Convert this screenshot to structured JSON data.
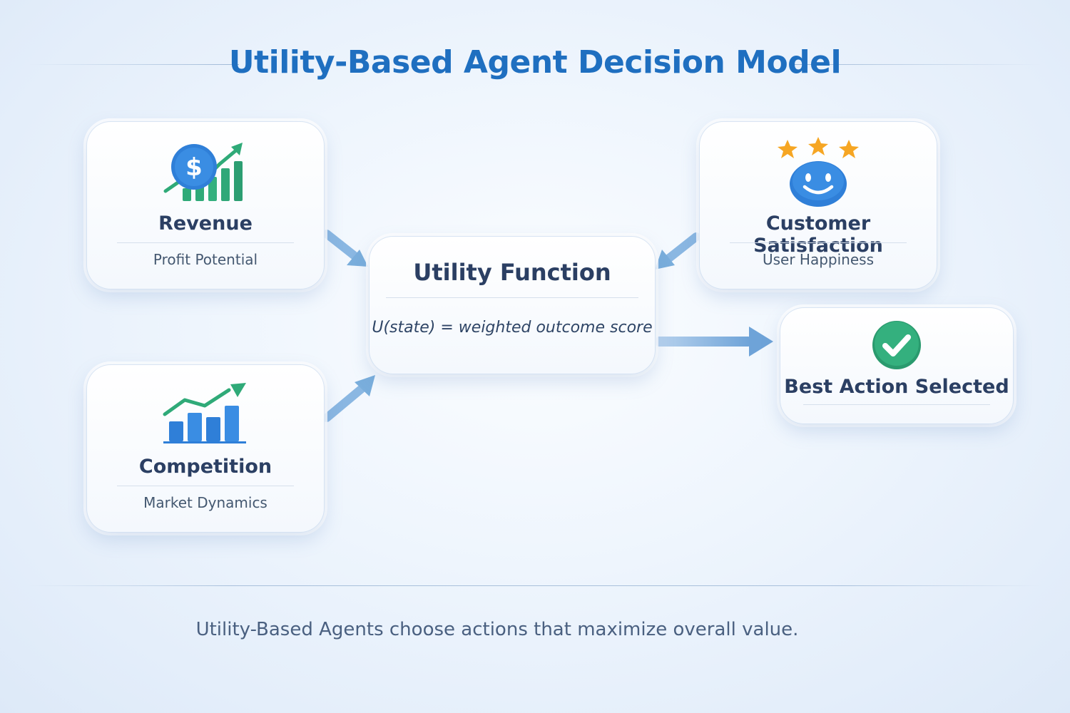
{
  "title": "Utility-Based Agent Decision Model",
  "nodes": {
    "revenue": {
      "label": "Revenue",
      "sublabel": "Profit Potential",
      "icon": "revenue-growth-icon"
    },
    "competition": {
      "label": "Competition",
      "sublabel": "Market Dynamics",
      "icon": "market-chart-icon"
    },
    "satisfaction": {
      "label": "Customer Satisfaction",
      "sublabel": "User Happiness",
      "icon": "smiley-stars-icon"
    },
    "utility": {
      "label": "Utility Function",
      "formula": "U(state) = weighted outcome score"
    },
    "best_action": {
      "label": "Best Action Selected",
      "icon": "checkmark-icon"
    }
  },
  "edges": [
    {
      "from": "revenue",
      "to": "utility"
    },
    {
      "from": "competition",
      "to": "utility"
    },
    {
      "from": "satisfaction",
      "to": "utility"
    },
    {
      "from": "utility",
      "to": "best_action"
    }
  ],
  "footer": "Utility-Based Agents choose actions that maximize overall value.",
  "colors": {
    "title": "#1f6fc0",
    "arrow": "#7aaedc",
    "green": "#2faa78",
    "blue": "#2f7fd8",
    "star": "#f6a623"
  }
}
